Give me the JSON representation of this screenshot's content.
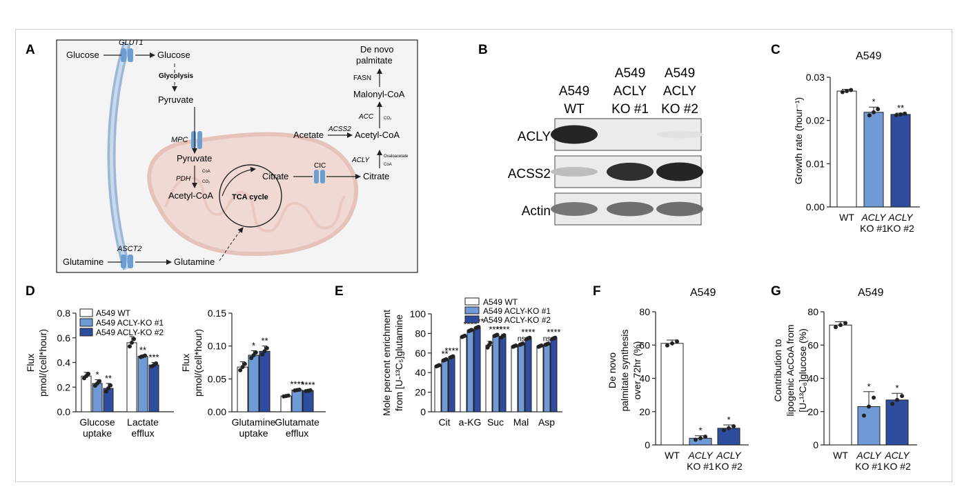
{
  "panels": {
    "a": {
      "letter": "A",
      "transporters": {
        "glut1": "GLUT1",
        "mpc": "MPC",
        "cic": "CIC",
        "asct2": "ASCT2"
      },
      "enzymes": {
        "pdh": "PDH",
        "acss2": "ACSS2",
        "acc": "ACC",
        "acly": "ACLY",
        "fasn": "FASN"
      },
      "labels": {
        "glucose_out": "Glucose",
        "glucose_in": "Glucose",
        "glycolysis": "Glycolysis",
        "pyruvate_cyto": "Pyruvate",
        "pyruvate_mito": "Pyruvate",
        "acetyl_coa_mito": "Acetyl-CoA",
        "tca_cycle": "TCA cycle",
        "citrate_mito": "Citrate",
        "citrate_cyto": "Citrate",
        "acetate": "Acetate",
        "acetyl_coa_cyto": "Acetyl-CoA",
        "malonyl_coa": "Malonyl-CoA",
        "de_novo": "De novo",
        "palmitate": "palmitate",
        "glutamine_out": "Glutamine",
        "glutamine_in": "Glutamine",
        "coa_pdh": "CoA",
        "co2_pdh": "CO₂",
        "co2_acc": "CO₂",
        "oaa": "Oxaloacetate",
        "coa_acly": "CoA"
      }
    },
    "b": {
      "letter": "B",
      "columns": [
        {
          "line1": "",
          "line2": "A549",
          "line3": "WT"
        },
        {
          "line1": "A549",
          "line2": "ACLY",
          "line3": "KO #1"
        },
        {
          "line1": "A549",
          "line2": "ACLY",
          "line3": "KO #2"
        }
      ],
      "rows": [
        "ACLY",
        "ACSS2",
        "Actin"
      ]
    },
    "c": {
      "letter": "C",
      "title": "A549"
    },
    "d": {
      "letter": "D"
    },
    "e": {
      "letter": "E"
    },
    "f": {
      "letter": "F",
      "title": "A549"
    },
    "g": {
      "letter": "G",
      "title": "A549"
    }
  },
  "colors": {
    "wt": "#ffffff",
    "ko1": "#6f9ad6",
    "ko2": "#2e4d9e",
    "transporter": "#6b9fd4",
    "mito": "#f1d9d3"
  },
  "chart_data": [
    {
      "id": "C",
      "type": "bar",
      "title": "A549",
      "ylabel": "Growth rate (hour⁻¹)",
      "ylim": [
        0,
        0.03
      ],
      "yticks": [
        "0.00",
        "0.01",
        "0.02",
        "0.03"
      ],
      "categories": [
        [
          "WT"
        ],
        [
          "ACLY",
          "KO #1"
        ],
        [
          "ACLY",
          "KO #2"
        ]
      ],
      "values": [
        0.0268,
        0.0219,
        0.0214
      ],
      "errors": [
        0.0004,
        0.0012,
        0.0003
      ],
      "significance": [
        "",
        "*",
        "**"
      ]
    },
    {
      "id": "D-left",
      "type": "bar",
      "ylabel": "Flux",
      "ylabel2": "pmol/(cell*hour)",
      "ylim": [
        0,
        0.8
      ],
      "yticks": [
        "0.0",
        "0.2",
        "0.4",
        "0.6",
        "0.8"
      ],
      "categories": [
        [
          "Glucose",
          "uptake"
        ],
        [
          "Lactate",
          "efflux"
        ]
      ],
      "series": [
        {
          "name": "A549 WT",
          "values": [
            0.29,
            0.56
          ],
          "errors": [
            0.03,
            0.05
          ],
          "significance": [
            "",
            ""
          ]
        },
        {
          "name": "A549 ACLY-KO #1",
          "values": [
            0.23,
            0.45
          ],
          "errors": [
            0.03,
            0.01
          ],
          "significance": [
            "*",
            "**"
          ]
        },
        {
          "name": "A549 ACLY-KO #2",
          "values": [
            0.19,
            0.38
          ],
          "errors": [
            0.04,
            0.02
          ],
          "significance": [
            "**",
            "***"
          ]
        }
      ]
    },
    {
      "id": "D-right",
      "type": "bar",
      "ylabel": "Flux",
      "ylabel2": "pmol/(cell*hour)",
      "ylim": [
        0,
        0.15
      ],
      "yticks": [
        "0.00",
        "0.05",
        "0.10",
        "0.15"
      ],
      "categories": [
        [
          "Glutamine",
          "uptake"
        ],
        [
          "Glutamate",
          "efflux"
        ]
      ],
      "series": [
        {
          "name": "A549 WT",
          "values": [
            0.068,
            0.024
          ],
          "errors": [
            0.008,
            0.001
          ],
          "significance": [
            "",
            ""
          ]
        },
        {
          "name": "A549 ACLY-KO #1",
          "values": [
            0.086,
            0.033
          ],
          "errors": [
            0.007,
            0.001
          ],
          "significance": [
            "*",
            "****"
          ]
        },
        {
          "name": "A549 ACLY-KO #2",
          "values": [
            0.092,
            0.032
          ],
          "errors": [
            0.008,
            0.001
          ],
          "significance": [
            "**",
            "****"
          ]
        }
      ]
    },
    {
      "id": "E",
      "type": "bar",
      "ylabel": "Mole percent enrichment",
      "ylabel2": "from [U-¹³C₅]glutamine",
      "ylim": [
        0,
        100
      ],
      "yticks": [
        "0",
        "20",
        "40",
        "60",
        "80",
        "100"
      ],
      "categories": [
        "Cit",
        "a-KG",
        "Suc",
        "Mal",
        "Asp"
      ],
      "series": [
        {
          "name": "A549 WT",
          "values": [
            47,
            77,
            68,
            67,
            67
          ],
          "errors": [
            1,
            1,
            4,
            1,
            1
          ],
          "significance": [
            "",
            "",
            "",
            "",
            ""
          ]
        },
        {
          "name": "A549 ACLY-KO #1",
          "values": [
            53,
            83,
            78,
            69,
            69
          ],
          "errors": [
            1,
            1,
            1,
            1,
            1
          ],
          "significance": [
            "**",
            "****",
            "****",
            "ns",
            "ns"
          ]
        },
        {
          "name": "A549 ACLY-KO #2",
          "values": [
            56,
            86,
            77,
            75,
            75
          ],
          "errors": [
            1,
            1,
            2,
            1,
            1
          ],
          "significance": [
            "****",
            "****",
            "****",
            "****",
            "****"
          ]
        }
      ]
    },
    {
      "id": "F",
      "type": "bar",
      "title": "A549",
      "ylabel": "De novo",
      "ylabel2": "palmitate synthesis",
      "ylabel3": "over 72hr (%)",
      "ylim": [
        0,
        80
      ],
      "yticks": [
        "0",
        "20",
        "40",
        "60",
        "80"
      ],
      "categories": [
        [
          "WT"
        ],
        [
          "ACLY",
          "KO #1"
        ],
        [
          "ACLY",
          "KO #2"
        ]
      ],
      "values": [
        61,
        4,
        10
      ],
      "errors": [
        2,
        1.5,
        2
      ],
      "significance": [
        "",
        "*",
        "*"
      ]
    },
    {
      "id": "G",
      "type": "bar",
      "title": "A549",
      "ylabel": "Contribution to",
      "ylabel2": "lipogenic AcCoA from",
      "ylabel3": "[U-¹³C₆]glucose (%)",
      "ylim": [
        0,
        80
      ],
      "yticks": [
        "0",
        "20",
        "40",
        "60",
        "80"
      ],
      "categories": [
        [
          "WT"
        ],
        [
          "ACLY",
          "KO #1"
        ],
        [
          "ACLY",
          "KO #2"
        ]
      ],
      "values": [
        72,
        23,
        27
      ],
      "errors": [
        2,
        9,
        4
      ],
      "significance": [
        "",
        "*",
        "*"
      ]
    }
  ]
}
